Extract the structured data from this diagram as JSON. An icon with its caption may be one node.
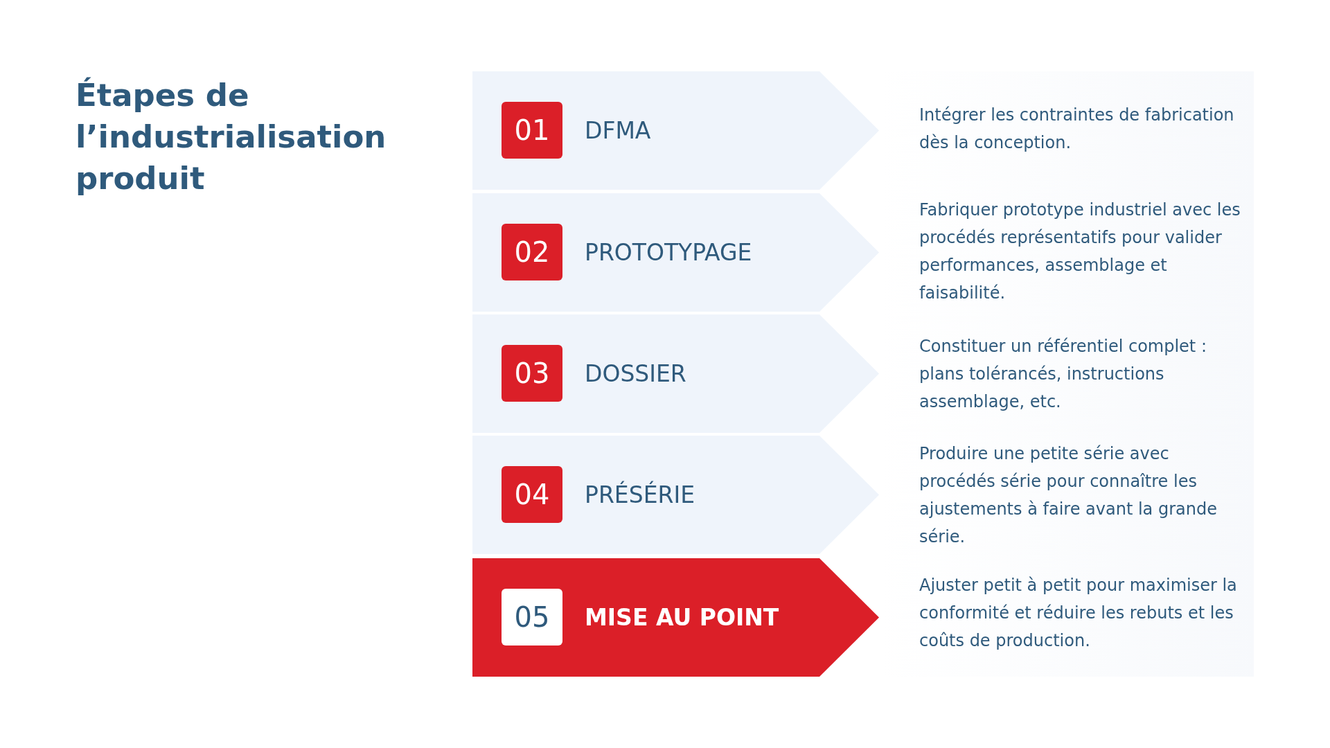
{
  "diagram": {
    "title": "Étapes de l’industrialisation produit",
    "nodes": [
      {
        "text": [
          "DFMA"
        ],
        "beside": [
          "Intégrer les contraintes de fabrication dès la conception."
        ]
      },
      {
        "text": [
          "01"
        ],
        "in": 0
      },
      {
        "text": [
          "PROTOTYPAGE"
        ],
        "beside": [
          "Fabriquer prototype industriel avec les procédés représentatifs pour valider performances, assemblage et faisabilité."
        ]
      },
      {
        "text": [
          "02"
        ],
        "in": 2
      },
      {
        "text": [
          "DOSSIER"
        ],
        "beside": [
          "Constituer un référentiel complet : plans tolérancés,  instructions assemblage, etc."
        ]
      },
      {
        "text": [
          "03"
        ],
        "in": 4
      },
      {
        "text": [
          "PRÉSÉRIE"
        ],
        "beside": [
          "Produire une petite série avec procédés série pour connaître les ajustements à faire avant la grande série."
        ]
      },
      {
        "text": [
          "04"
        ],
        "in": 6
      },
      {
        "text": [
          "MISE AU POINT"
        ],
        "beside": [
          "Ajuster petit à petit pour maximiser la conformité et réduire les rebuts et les coûts de production."
        ]
      },
      {
        "text": [
          "05"
        ],
        "in": 8
      }
    ],
    "edges": []
  }
}
